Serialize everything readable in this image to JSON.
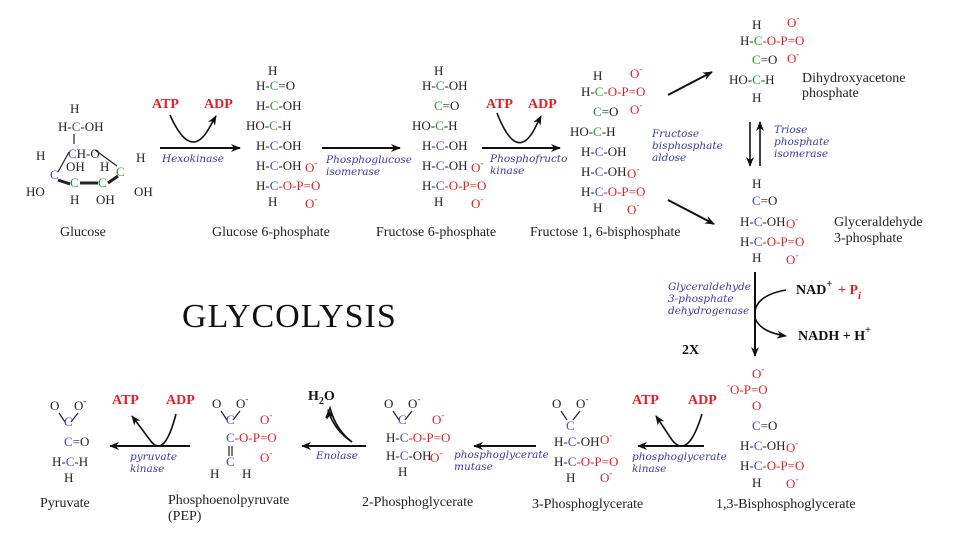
{
  "title": "GLYCOLYSIS",
  "multiplier": "2X",
  "colors": {
    "phosphate": "#e0202a",
    "carbon_top": "#2a9a2a",
    "carbon_bottom": "#3a4ad8",
    "enzyme": "#3a3aa8"
  },
  "compounds": {
    "glucose": "Glucose",
    "g6p": "Glucose 6-phosphate",
    "f6p": "Fructose 6-phosphate",
    "f16bp": "Fructose 1, 6-bisphosphate",
    "dhap_1": "Dihydroxyacetone",
    "dhap_2": "phosphate",
    "g3p_1": "Glyceraldehyde",
    "g3p_2": "3-phosphate",
    "bpg13": "1,3-Bisphosphoglycerate",
    "pg3": "3-Phosphoglycerate",
    "pg2": "2-Phosphoglycerate",
    "pep_1": "Phosphoenolpyruvate",
    "pep_2": "(PEP)",
    "pyruvate": "Pyruvate"
  },
  "enzymes": {
    "hexokinase": "Hexokinase",
    "pgi_1": "Phosphoglucose",
    "pgi_2": "isomerase",
    "pfk_1": "Phosphofructo",
    "pfk_2": "kinase",
    "aldolase_1": "Fructose",
    "aldolase_2": "bisphosphate",
    "aldolase_3": "aldose",
    "tpi_1": "Triose",
    "tpi_2": "phosphate",
    "tpi_3": "isomerase",
    "gapdh_1": "Glyceraldehyde",
    "gapdh_2": "3-phosphate",
    "gapdh_3": "dehydrogenase",
    "pgk_1": "phosphoglycerate",
    "pgk_2": "kinase",
    "pgm_1": "phosphoglycerate",
    "pgm_2": "mutase",
    "enolase": "Enolase",
    "pk_1": "pyruvate",
    "pk_2": "kinase"
  },
  "cofactors": {
    "atp": "ATP",
    "adp": "ADP",
    "nad": "NAD",
    "plus_pi": "+ P",
    "pi_sub": "i",
    "nadh": "NADH + H",
    "plus": "+",
    "h2o_h": "H",
    "h2o_2": "2",
    "h2o_o": "O"
  }
}
